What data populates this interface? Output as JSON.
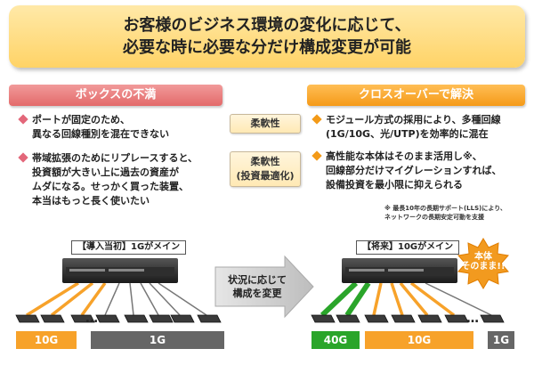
{
  "title": {
    "line1": "お客様のビジネス環境の変化に応じて、",
    "line2": "必要な時に必要な分だけ構成変更が可能"
  },
  "left_header": "ボックスの不満",
  "right_header": "クロスオーバーで解決",
  "left_bullets": [
    {
      "text": "ポートが固定のため、\n異なる回線種別を混在できない"
    },
    {
      "text": "帯域拡張のためにリプレースすると、\n投資額が大きい上に過去の資産が\nムダになる。せっかく買った装置、\n本当はもっと長く使いたい"
    }
  ],
  "middle_boxes": [
    {
      "text": "柔軟性"
    },
    {
      "text": "柔軟性\n(投資最適化)"
    }
  ],
  "right_bullets": [
    {
      "text": "モジュール方式の採用により、多種回線\n(1G/10G、光/UTP)を効率的に混在"
    },
    {
      "text": "高性能な本体はそのまま活用し※、\n回線部分だけマイグレーションすれば、\n設備投資を最小限に抑えられる"
    }
  ],
  "note": "※ 最長10年の長期サポート(LLS)により、\nネットワークの長期安定可動を支援",
  "left_diagram": {
    "label": "【導入当初】1Gがメイン",
    "dots": "…",
    "bars": [
      {
        "text": "10G",
        "kind": "g10"
      },
      {
        "text": "1G",
        "kind": "g1"
      }
    ]
  },
  "middle_arrow": "状況に応じて\n構成を変更",
  "right_diagram": {
    "label": "【将来】10Gがメイン",
    "burst": "本体\nそのまま!!",
    "dots": "…",
    "bars": [
      {
        "text": "40G",
        "kind": "g40"
      },
      {
        "text": "10G",
        "kind": "g10"
      },
      {
        "text": "1G",
        "kind": "g1"
      }
    ]
  },
  "colors": {
    "title_bg": "#ffd366",
    "left_header": "#e36a6a",
    "right_header": "#f59a18",
    "orange": "#f7a22a",
    "green": "#2aa52a",
    "gray": "#666666"
  }
}
